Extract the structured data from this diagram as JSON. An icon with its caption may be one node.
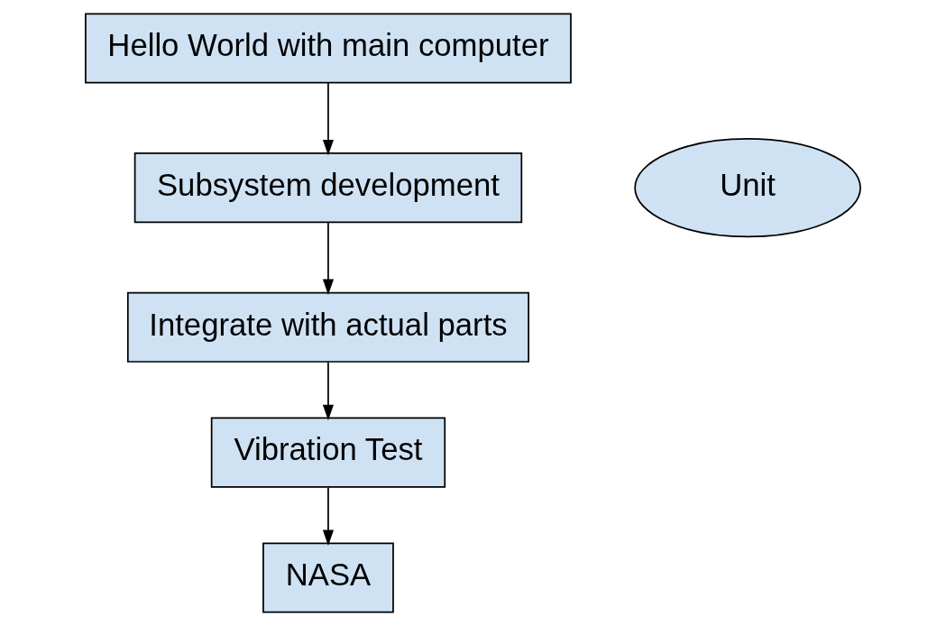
{
  "diagram": {
    "nodes": [
      {
        "text": [
          "Hello World with main computer"
        ]
      },
      {
        "text": [
          "Unit"
        ]
      },
      {
        "text": [
          "Subsystem development"
        ]
      },
      {
        "text": [
          "Integrate with actual parts"
        ]
      },
      {
        "text": [
          "Vibration Test"
        ]
      },
      {
        "text": [
          "NASA"
        ]
      }
    ],
    "edges": [
      {
        "from": 0,
        "to": 2,
        "arrow": "to"
      },
      {
        "from": 2,
        "to": 3,
        "arrow": "to"
      },
      {
        "from": 3,
        "to": 4,
        "arrow": "to"
      },
      {
        "from": 4,
        "to": 5,
        "arrow": "to"
      }
    ]
  }
}
